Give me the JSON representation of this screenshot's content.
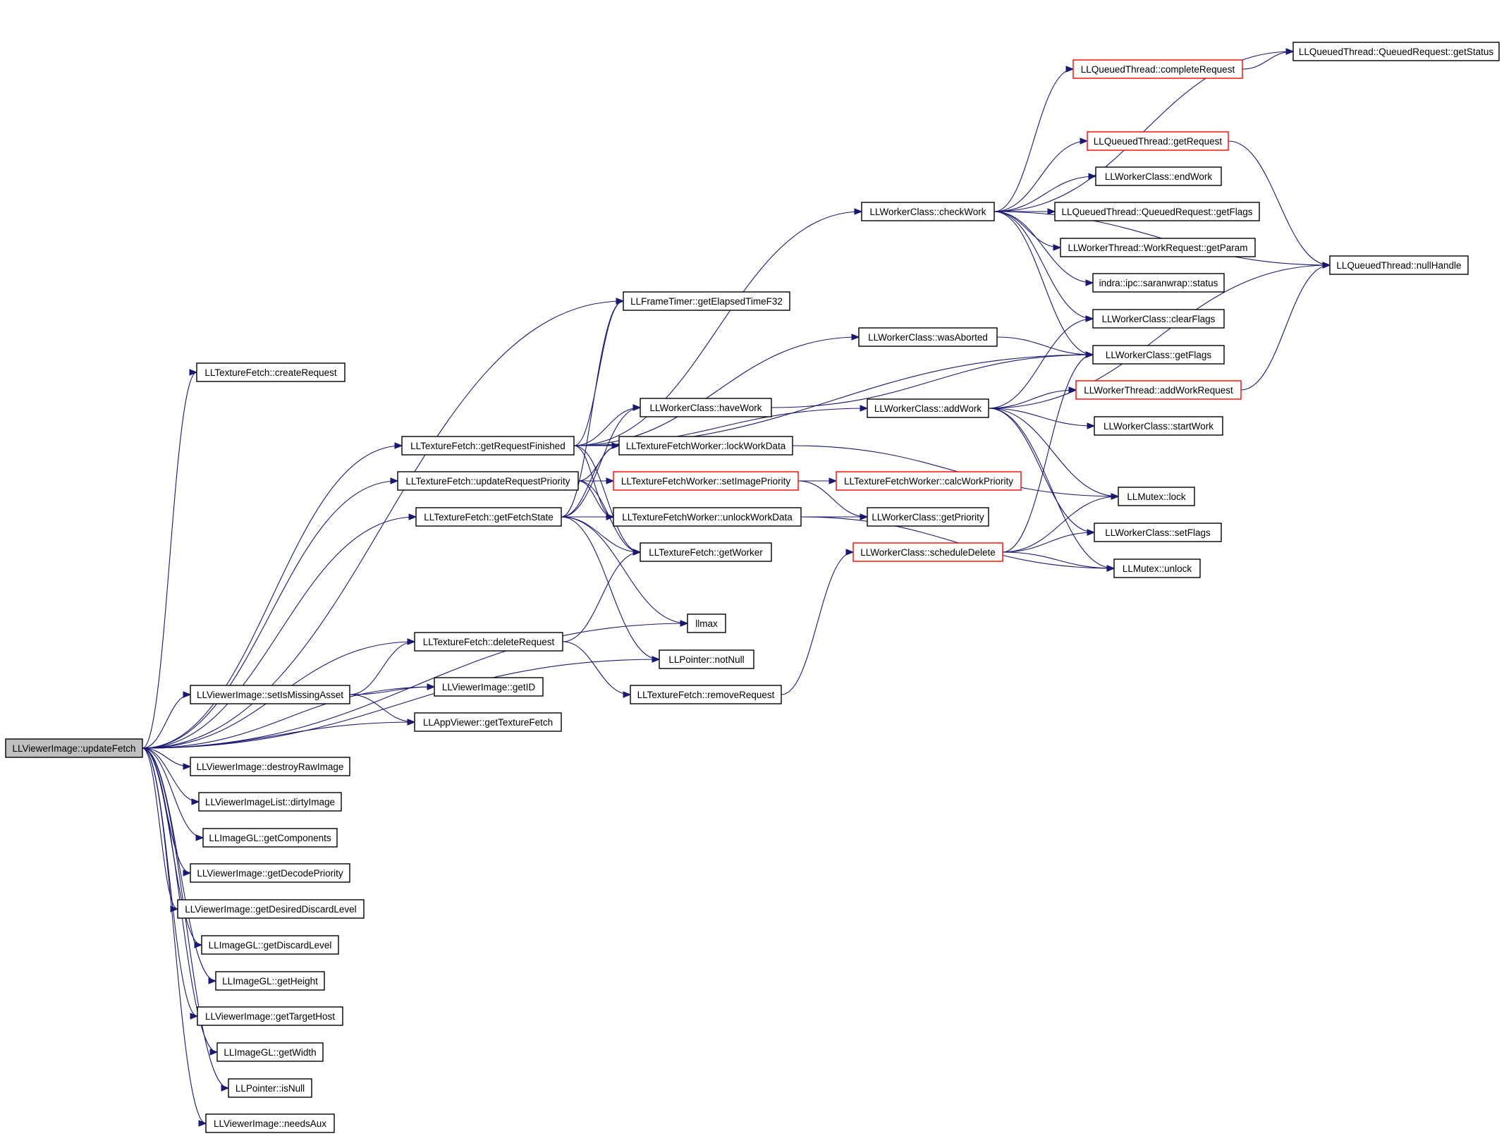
{
  "nodes": {
    "root": {
      "label": "LLViewerImage::updateFetch",
      "style": "root"
    },
    "createRequest": {
      "label": "LLTextureFetch::createRequest"
    },
    "getRequestFinished": {
      "label": "LLTextureFetch::getRequestFinished"
    },
    "updateRequestPriority": {
      "label": "LLTextureFetch::updateRequestPriority"
    },
    "getFetchState": {
      "label": "LLTextureFetch::getFetchState"
    },
    "deleteRequest": {
      "label": "LLTextureFetch::deleteRequest"
    },
    "setIsMissingAsset": {
      "label": "LLViewerImage::setIsMissingAsset"
    },
    "getID": {
      "label": "LLViewerImage::getID"
    },
    "getTextureFetch": {
      "label": "LLAppViewer::getTextureFetch"
    },
    "destroyRawImage": {
      "label": "LLViewerImage::destroyRawImage"
    },
    "dirtyImage": {
      "label": "LLViewerImageList::dirtyImage"
    },
    "getComponents": {
      "label": "LLImageGL::getComponents"
    },
    "getDecodePriority": {
      "label": "LLViewerImage::getDecodePriority"
    },
    "getDesiredDiscardLevel": {
      "label": "LLViewerImage::getDesiredDiscardLevel"
    },
    "getDiscardLevel": {
      "label": "LLImageGL::getDiscardLevel"
    },
    "getHeight": {
      "label": "LLImageGL::getHeight"
    },
    "getTargetHost": {
      "label": "LLViewerImage::getTargetHost"
    },
    "getWidth": {
      "label": "LLImageGL::getWidth"
    },
    "isNull": {
      "label": "LLPointer::isNull"
    },
    "needsAux": {
      "label": "LLViewerImage::needsAux"
    },
    "getElapsedTimeF32": {
      "label": "LLFrameTimer::getElapsedTimeF32"
    },
    "haveWork": {
      "label": "LLWorkerClass::haveWork"
    },
    "lockWorkData": {
      "label": "LLTextureFetchWorker::lockWorkData"
    },
    "setImagePriority": {
      "label": "LLTextureFetchWorker::setImagePriority",
      "style": "red"
    },
    "unlockWorkData": {
      "label": "LLTextureFetchWorker::unlockWorkData"
    },
    "getWorker": {
      "label": "LLTextureFetch::getWorker"
    },
    "llmax": {
      "label": "llmax"
    },
    "notNull": {
      "label": "LLPointer::notNull"
    },
    "removeRequest": {
      "label": "LLTextureFetch::removeRequest"
    },
    "checkWork": {
      "label": "LLWorkerClass::checkWork"
    },
    "wasAborted": {
      "label": "LLWorkerClass::wasAborted"
    },
    "addWork": {
      "label": "LLWorkerClass::addWork"
    },
    "calcWorkPriority": {
      "label": "LLTextureFetchWorker::calcWorkPriority",
      "style": "red"
    },
    "getPriority": {
      "label": "LLWorkerClass::getPriority"
    },
    "scheduleDelete": {
      "label": "LLWorkerClass::scheduleDelete",
      "style": "red"
    },
    "completeRequest": {
      "label": "LLQueuedThread::completeRequest",
      "style": "red"
    },
    "getRequest": {
      "label": "LLQueuedThread::getRequest",
      "style": "red"
    },
    "endWork": {
      "label": "LLWorkerClass::endWork"
    },
    "qrGetFlags": {
      "label": "LLQueuedThread::QueuedRequest::getFlags"
    },
    "getParam": {
      "label": "LLWorkerThread::WorkRequest::getParam"
    },
    "saranwrapStatus": {
      "label": "indra::ipc::saranwrap::status"
    },
    "clearFlags": {
      "label": "LLWorkerClass::clearFlags"
    },
    "getFlags": {
      "label": "LLWorkerClass::getFlags"
    },
    "addWorkRequest": {
      "label": "LLWorkerThread::addWorkRequest",
      "style": "red"
    },
    "startWork": {
      "label": "LLWorkerClass::startWork"
    },
    "mutexLock": {
      "label": "LLMutex::lock"
    },
    "setFlags": {
      "label": "LLWorkerClass::setFlags"
    },
    "mutexUnlock": {
      "label": "LLMutex::unlock"
    },
    "qrGetStatus": {
      "label": "LLQueuedThread::QueuedRequest::getStatus"
    },
    "nullHandle": {
      "label": "LLQueuedThread::nullHandle"
    }
  },
  "edges": [
    [
      "root",
      "createRequest"
    ],
    [
      "root",
      "getRequestFinished"
    ],
    [
      "root",
      "updateRequestPriority"
    ],
    [
      "root",
      "getFetchState"
    ],
    [
      "root",
      "llmax"
    ],
    [
      "root",
      "notNull"
    ],
    [
      "root",
      "deleteRequest"
    ],
    [
      "root",
      "getID"
    ],
    [
      "root",
      "setIsMissingAsset"
    ],
    [
      "root",
      "getTextureFetch"
    ],
    [
      "root",
      "destroyRawImage"
    ],
    [
      "root",
      "dirtyImage"
    ],
    [
      "root",
      "getComponents"
    ],
    [
      "root",
      "getDecodePriority"
    ],
    [
      "root",
      "getDesiredDiscardLevel"
    ],
    [
      "root",
      "getDiscardLevel"
    ],
    [
      "root",
      "getHeight"
    ],
    [
      "root",
      "getTargetHost"
    ],
    [
      "root",
      "getWidth"
    ],
    [
      "root",
      "isNull"
    ],
    [
      "root",
      "needsAux"
    ],
    [
      "root",
      "getElapsedTimeF32"
    ],
    [
      "getRequestFinished",
      "checkWork"
    ],
    [
      "getRequestFinished",
      "getElapsedTimeF32"
    ],
    [
      "getRequestFinished",
      "wasAborted"
    ],
    [
      "getRequestFinished",
      "getFlags"
    ],
    [
      "getRequestFinished",
      "haveWork"
    ],
    [
      "getRequestFinished",
      "lockWorkData"
    ],
    [
      "getRequestFinished",
      "unlockWorkData"
    ],
    [
      "getRequestFinished",
      "getWorker"
    ],
    [
      "getRequestFinished",
      "addWork"
    ],
    [
      "updateRequestPriority",
      "lockWorkData"
    ],
    [
      "updateRequestPriority",
      "setImagePriority"
    ],
    [
      "updateRequestPriority",
      "unlockWorkData"
    ],
    [
      "updateRequestPriority",
      "getWorker"
    ],
    [
      "getFetchState",
      "getElapsedTimeF32"
    ],
    [
      "getFetchState",
      "haveWork"
    ],
    [
      "getFetchState",
      "lockWorkData"
    ],
    [
      "getFetchState",
      "unlockWorkData"
    ],
    [
      "getFetchState",
      "getWorker"
    ],
    [
      "getFetchState",
      "llmax"
    ],
    [
      "getFetchState",
      "notNull"
    ],
    [
      "getFetchState",
      "getPriority"
    ],
    [
      "deleteRequest",
      "getWorker"
    ],
    [
      "deleteRequest",
      "removeRequest"
    ],
    [
      "setIsMissingAsset",
      "deleteRequest"
    ],
    [
      "setIsMissingAsset",
      "getID"
    ],
    [
      "setIsMissingAsset",
      "getTextureFetch"
    ],
    [
      "setImagePriority",
      "calcWorkPriority"
    ],
    [
      "setImagePriority",
      "getPriority"
    ],
    [
      "haveWork",
      "getFlags"
    ],
    [
      "lockWorkData",
      "mutexLock"
    ],
    [
      "unlockWorkData",
      "mutexUnlock"
    ],
    [
      "removeRequest",
      "scheduleDelete"
    ],
    [
      "checkWork",
      "completeRequest"
    ],
    [
      "checkWork",
      "qrGetStatus"
    ],
    [
      "checkWork",
      "getRequest"
    ],
    [
      "checkWork",
      "nullHandle"
    ],
    [
      "checkWork",
      "endWork"
    ],
    [
      "checkWork",
      "qrGetFlags"
    ],
    [
      "checkWork",
      "getParam"
    ],
    [
      "checkWork",
      "saranwrapStatus"
    ],
    [
      "checkWork",
      "clearFlags"
    ],
    [
      "checkWork",
      "getFlags"
    ],
    [
      "wasAborted",
      "getFlags"
    ],
    [
      "addWork",
      "clearFlags"
    ],
    [
      "addWork",
      "addWorkRequest"
    ],
    [
      "addWork",
      "startWork"
    ],
    [
      "addWork",
      "mutexLock"
    ],
    [
      "addWork",
      "setFlags"
    ],
    [
      "addWork",
      "mutexUnlock"
    ],
    [
      "addWork",
      "nullHandle"
    ],
    [
      "scheduleDelete",
      "getFlags"
    ],
    [
      "scheduleDelete",
      "mutexLock"
    ],
    [
      "scheduleDelete",
      "setFlags"
    ],
    [
      "scheduleDelete",
      "mutexUnlock"
    ],
    [
      "completeRequest",
      "qrGetStatus"
    ],
    [
      "getRequest",
      "nullHandle"
    ],
    [
      "addWorkRequest",
      "nullHandle"
    ]
  ]
}
